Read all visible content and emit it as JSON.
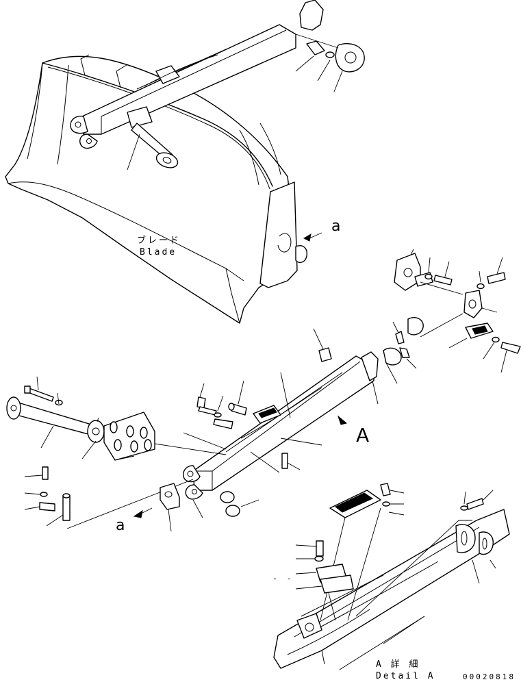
{
  "labels": {
    "blade_jp": "ブレード",
    "blade_en": "Blade",
    "view_mark_lower_1": "a",
    "view_mark_lower_2": "a",
    "view_mark_upper": "A",
    "detail_jp": "A 詳 細",
    "detail_en": "Detail A",
    "drawing_number": "00020818",
    "dash_mark": "- -"
  }
}
